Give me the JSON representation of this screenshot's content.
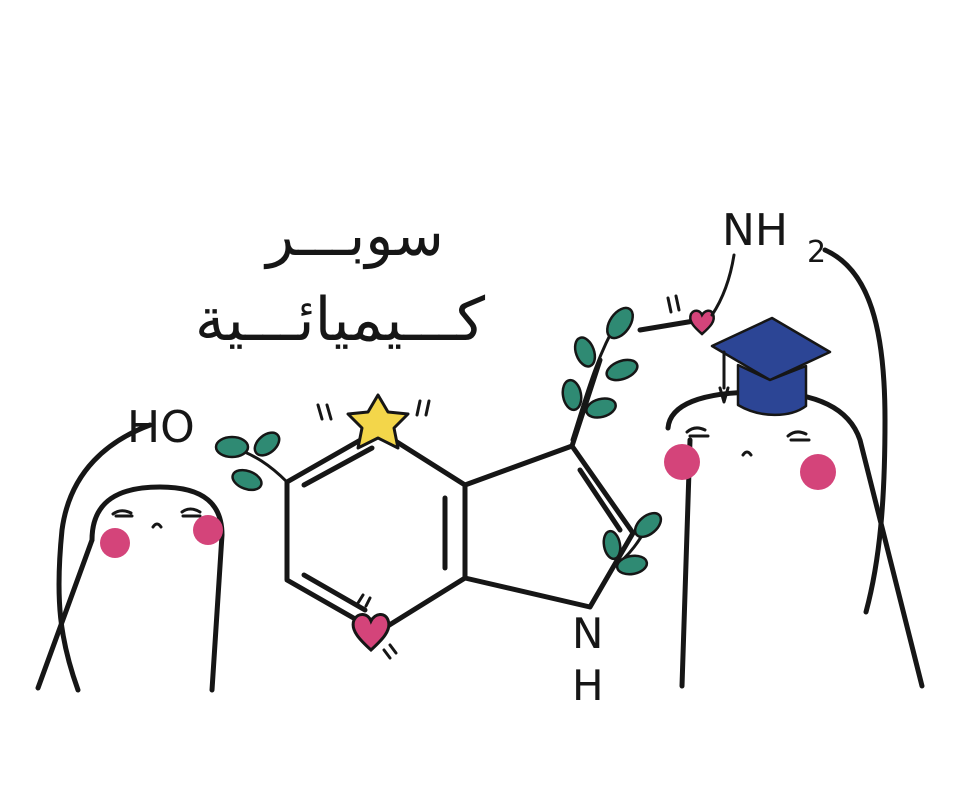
{
  "title": {
    "line1": "سوبـــر",
    "line2": "كـــيميائـــية"
  },
  "labels": {
    "hydroxyl": "HO",
    "amine": "NH",
    "amine_subscript": "2",
    "ring_n": "N",
    "ring_h": "H"
  },
  "colors": {
    "ink": "#161616",
    "blush": "#d4447a",
    "heart": "#d4447a",
    "star": "#f3d64a",
    "leaf": "#2f8a73",
    "cap": "#2c4595"
  },
  "icons": {
    "star": "star-icon",
    "heart": "heart-icon",
    "leaf": "leaf-branch-icon",
    "cap": "graduation-cap-icon"
  }
}
